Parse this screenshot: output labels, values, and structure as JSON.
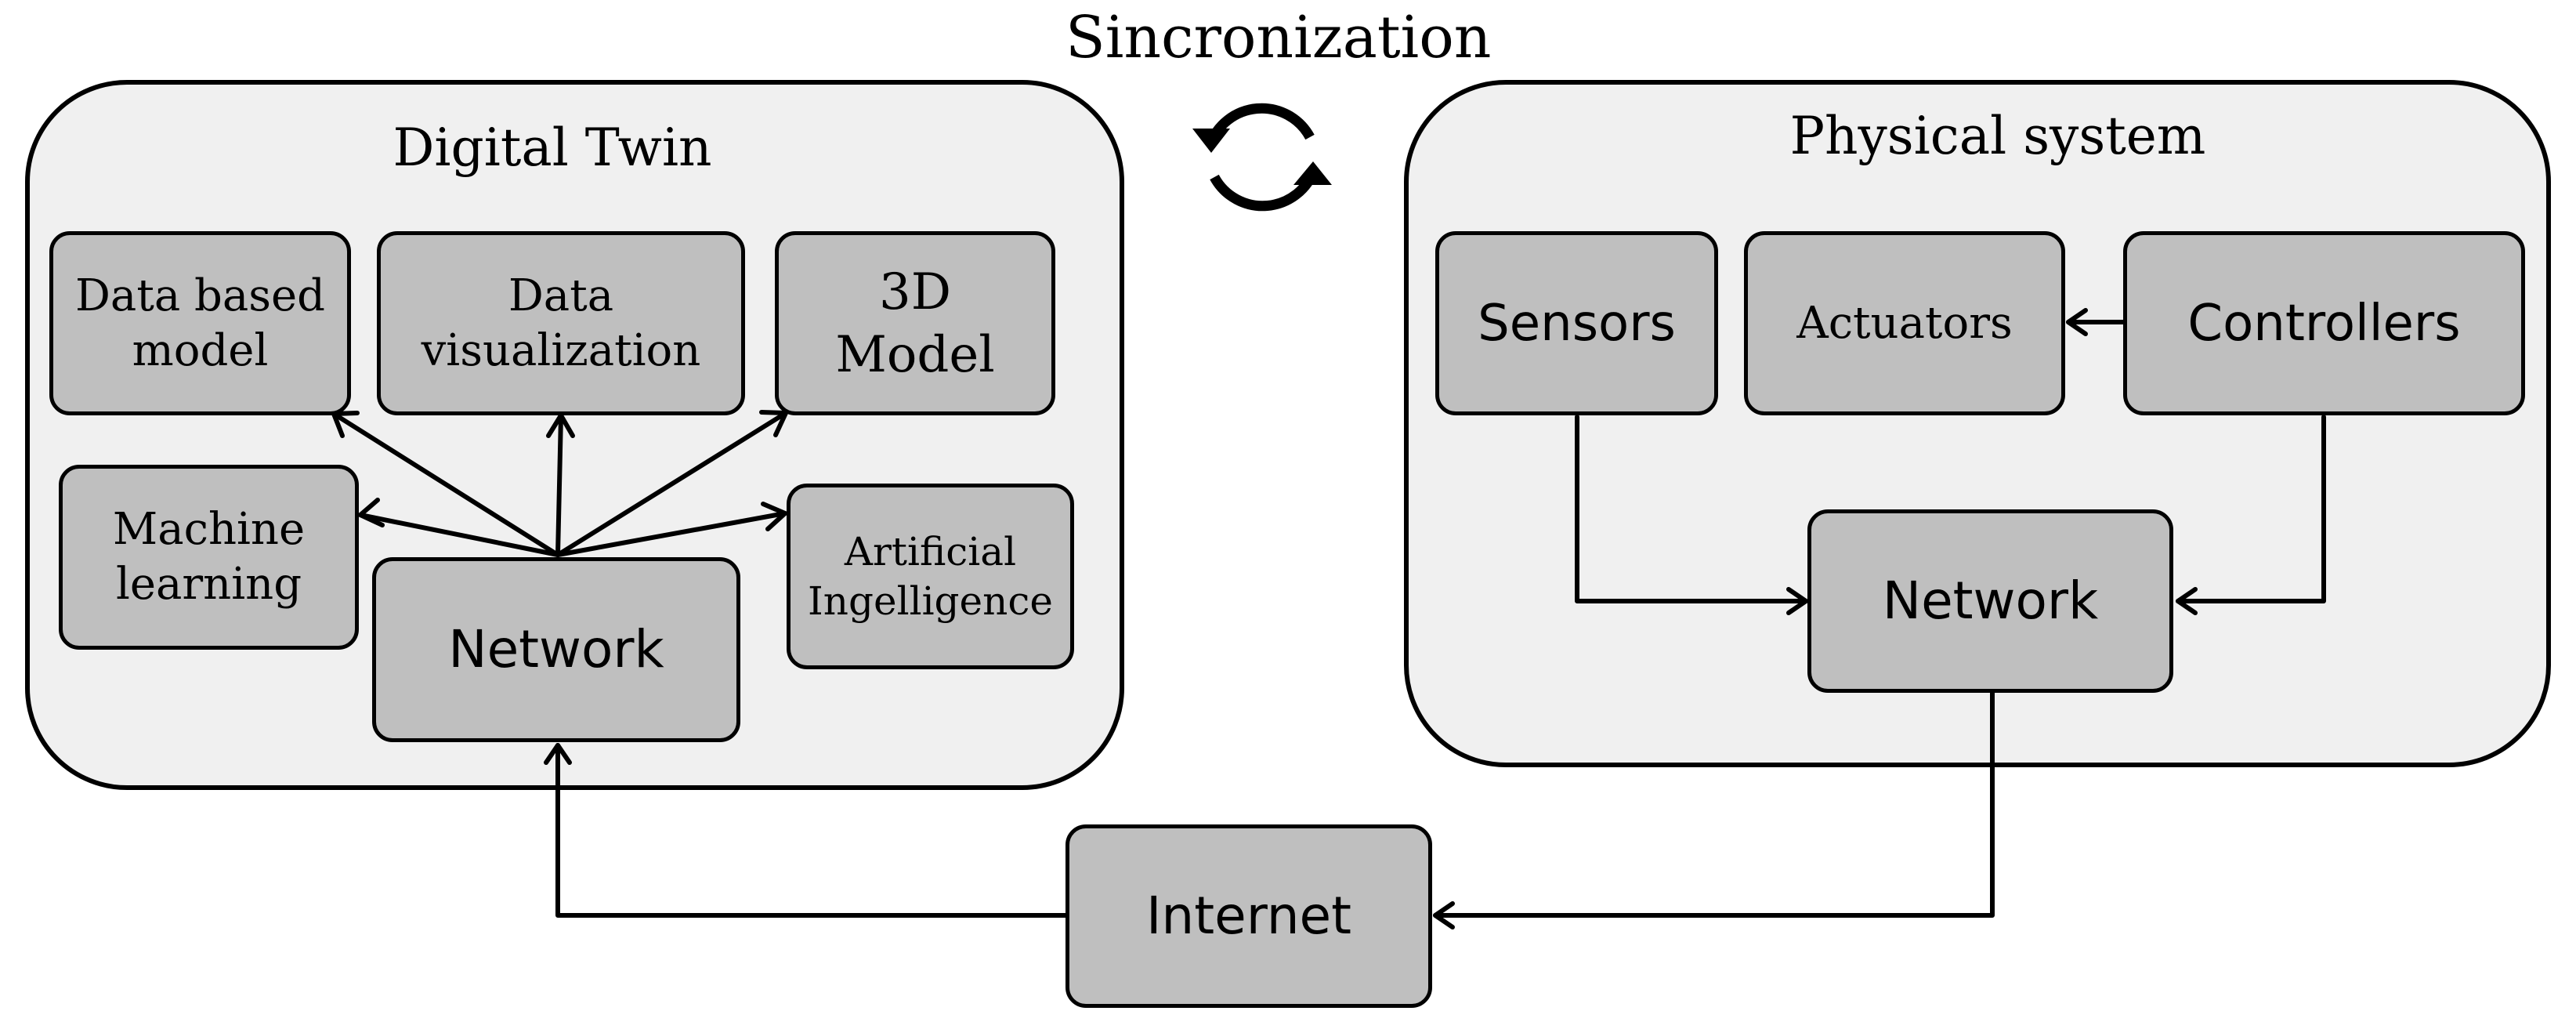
{
  "sync": {
    "label": "Sincronization",
    "icon": "sync-cycle-icon"
  },
  "digital_twin": {
    "title": "Digital Twin",
    "nodes": {
      "data_based_model": "Data based\nmodel",
      "data_visualization": "Data\nvisualization",
      "model_3d": "3D\nModel",
      "machine_learning": "Machine\nlearning",
      "network": "Network",
      "artificial_intelligence": "Artificial\nIngelligence"
    }
  },
  "physical_system": {
    "title": "Physical system",
    "nodes": {
      "sensors": "Sensors",
      "actuators": "Actuators",
      "controllers": "Controllers",
      "network": "Network"
    }
  },
  "internet": {
    "label": "Internet"
  },
  "colors": {
    "container_fill": "#f0f0f0",
    "node_fill": "#bfbfbf",
    "stroke": "#000000"
  }
}
